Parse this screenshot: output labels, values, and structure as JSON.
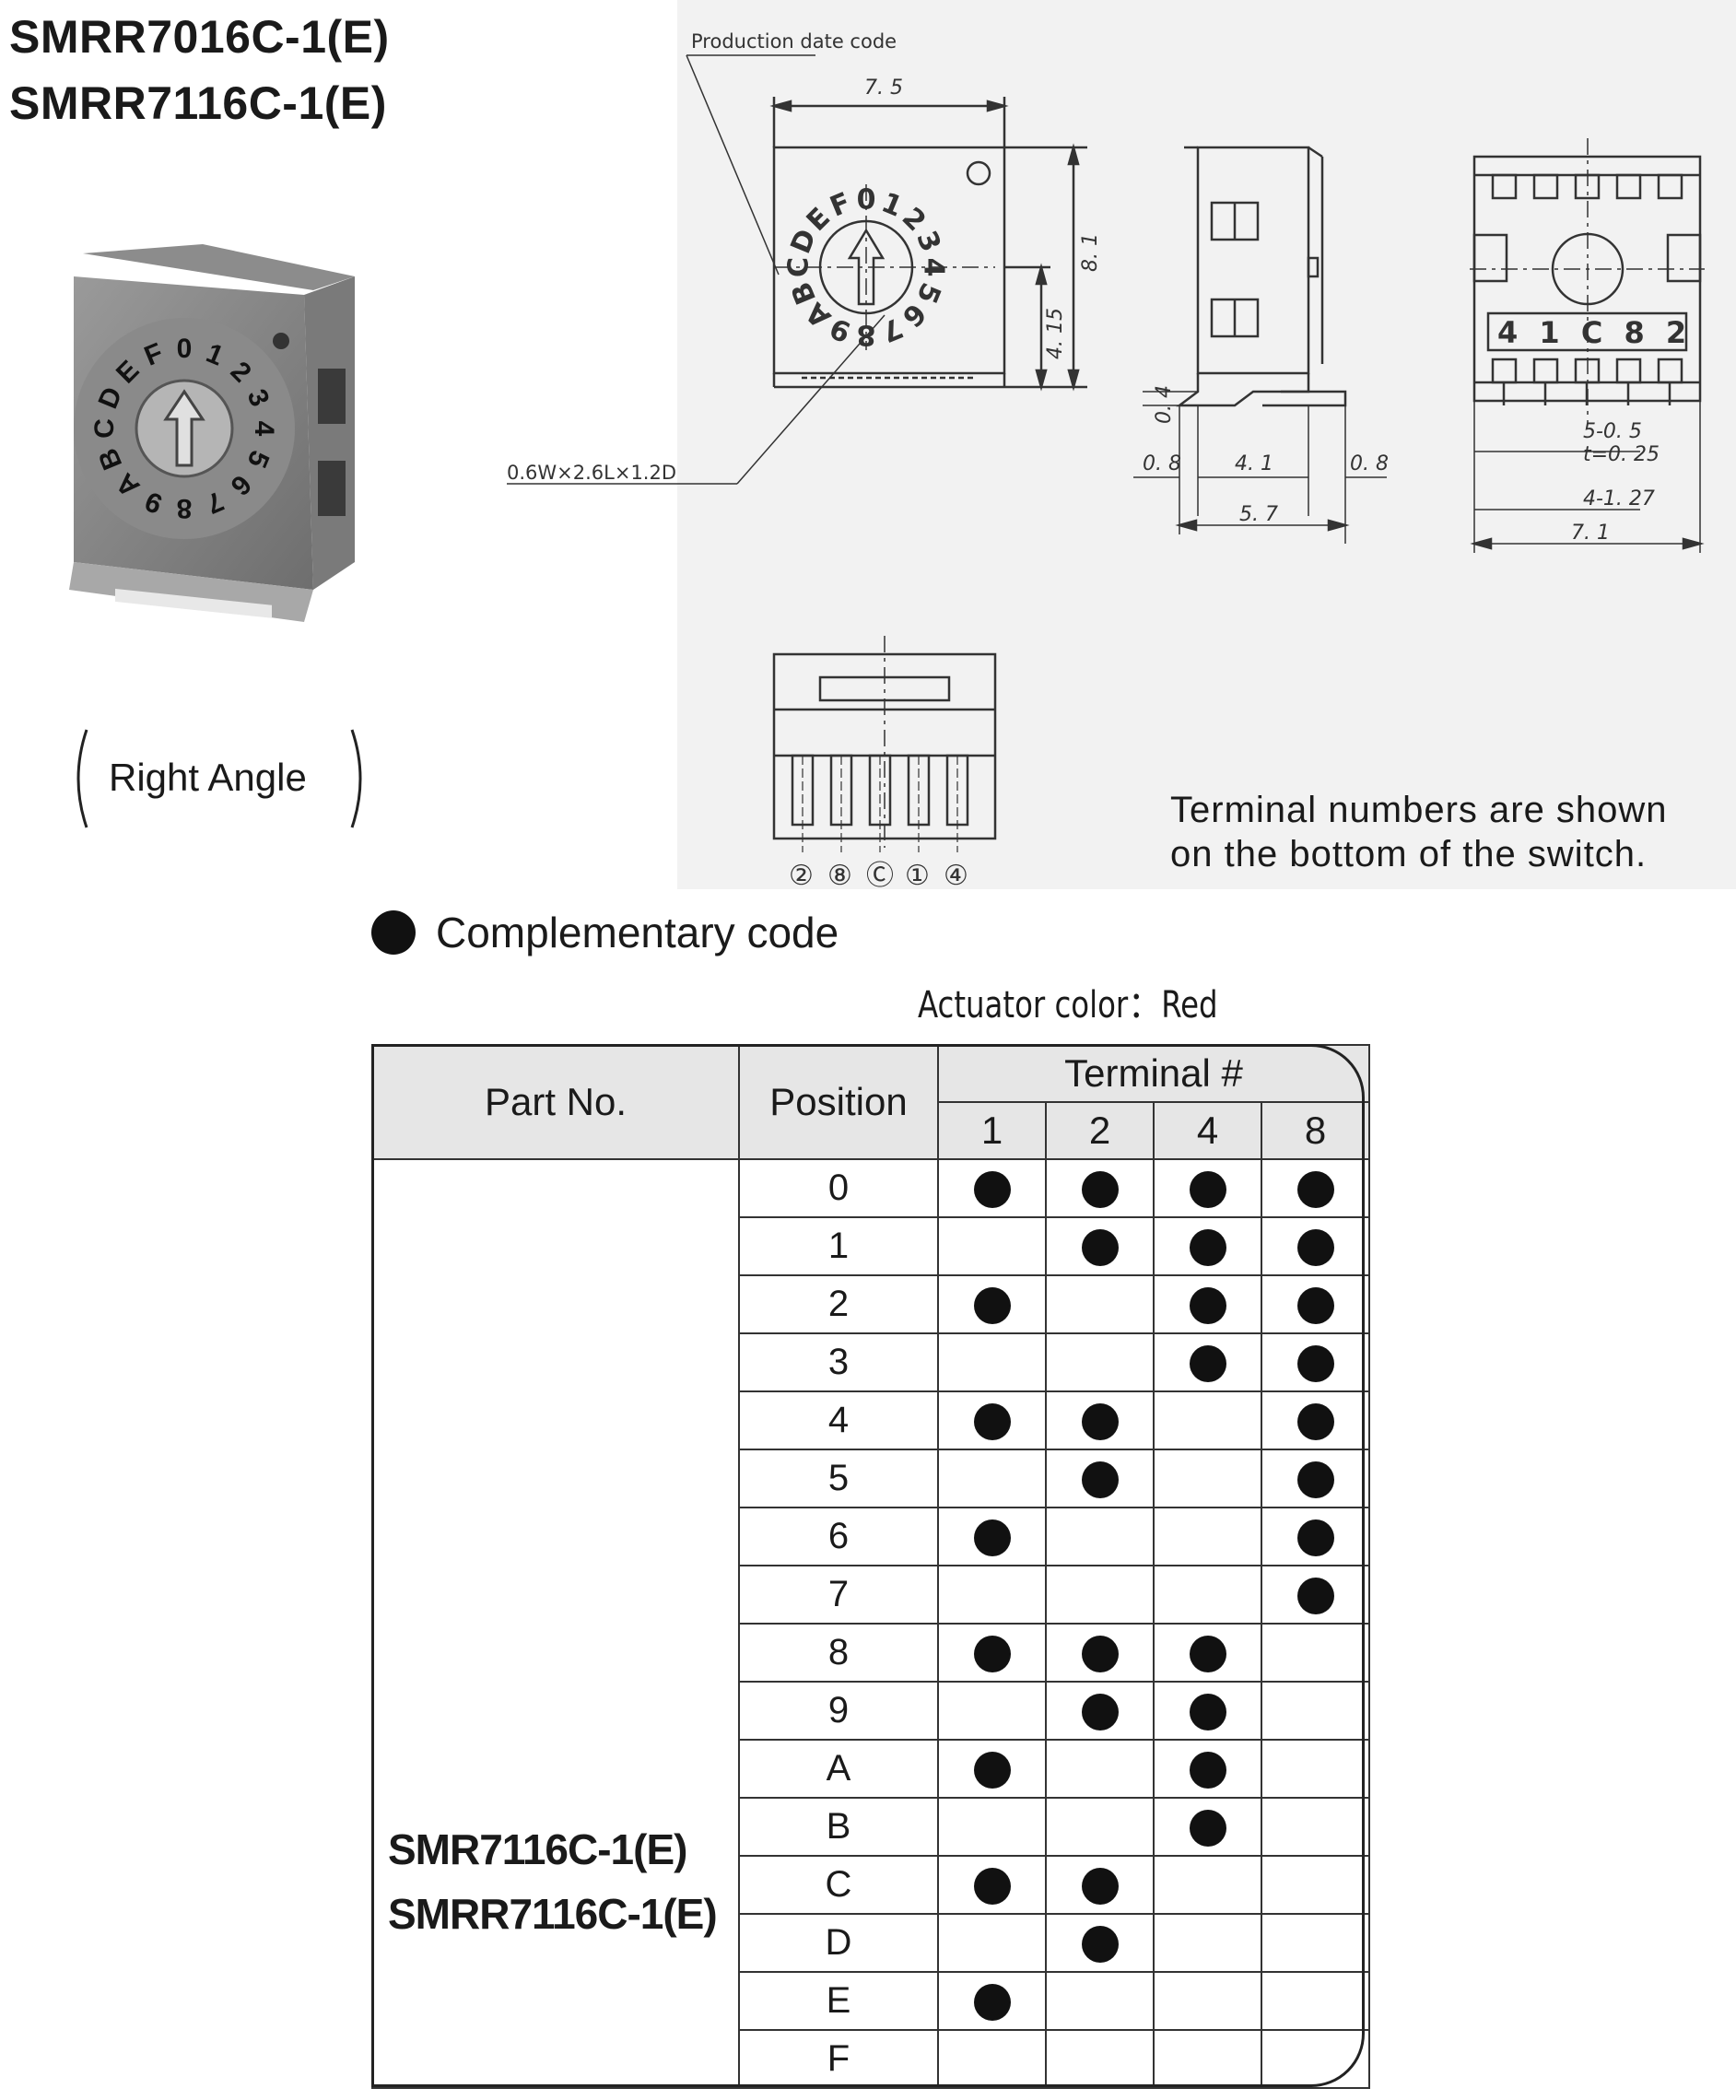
{
  "titles": [
    "SMRR7016C-1(E)",
    "SMRR7116C-1(E)"
  ],
  "photo_caption": "Right Angle",
  "drawing": {
    "production_date_code": "Production date code",
    "dim_7_5": "7. 5",
    "dim_8_1": "8. 1",
    "dim_4_15": "4. 15",
    "pad_spec": "0.6W×2.6L×1.2D",
    "dim_0_4": "0. 4",
    "dim_0_8_left": "0. 8",
    "dim_4_1": "4. 1",
    "dim_0_8_right": "0. 8",
    "dim_5_7": "5. 7",
    "pin_spec_1": "5-0. 5",
    "pin_spec_2": "t=0. 25",
    "pin_pitch": "4-1. 27",
    "dim_7_1": "7. 1",
    "top_terminal_labels": "4 1 C 8 2",
    "bottom_terminal_labels": [
      "②",
      "⑧",
      "Ⓒ",
      "①",
      "④"
    ],
    "dial_chars": [
      "0",
      "1",
      "2",
      "3",
      "4",
      "5",
      "6",
      "7",
      "8",
      "9",
      "A",
      "B",
      "C",
      "D",
      "E",
      "F"
    ]
  },
  "terminal_note": [
    "Terminal numbers are shown",
    "on the bottom of the switch."
  ],
  "section_heading": "Complementary code",
  "actuator_color": "Actuator color：Red",
  "table": {
    "header_part": "Part No.",
    "header_position": "Position",
    "header_terminal": "Terminal #",
    "terminals": [
      "1",
      "2",
      "4",
      "8"
    ],
    "part_numbers": [
      "SMR7116C-1(E)",
      "SMRR7116C-1(E)"
    ],
    "rows": [
      {
        "position": "0",
        "on": [
          true,
          true,
          true,
          true
        ]
      },
      {
        "position": "1",
        "on": [
          false,
          true,
          true,
          true
        ]
      },
      {
        "position": "2",
        "on": [
          true,
          false,
          true,
          true
        ]
      },
      {
        "position": "3",
        "on": [
          false,
          false,
          true,
          true
        ]
      },
      {
        "position": "4",
        "on": [
          true,
          true,
          false,
          true
        ]
      },
      {
        "position": "5",
        "on": [
          false,
          true,
          false,
          true
        ]
      },
      {
        "position": "6",
        "on": [
          true,
          false,
          false,
          true
        ]
      },
      {
        "position": "7",
        "on": [
          false,
          false,
          false,
          true
        ]
      },
      {
        "position": "8",
        "on": [
          true,
          true,
          true,
          false
        ]
      },
      {
        "position": "9",
        "on": [
          false,
          true,
          true,
          false
        ]
      },
      {
        "position": "A",
        "on": [
          true,
          false,
          true,
          false
        ]
      },
      {
        "position": "B",
        "on": [
          false,
          false,
          true,
          false
        ]
      },
      {
        "position": "C",
        "on": [
          true,
          true,
          false,
          false
        ]
      },
      {
        "position": "D",
        "on": [
          false,
          true,
          false,
          false
        ]
      },
      {
        "position": "E",
        "on": [
          true,
          false,
          false,
          false
        ]
      },
      {
        "position": "F",
        "on": [
          false,
          false,
          false,
          false
        ]
      }
    ]
  }
}
